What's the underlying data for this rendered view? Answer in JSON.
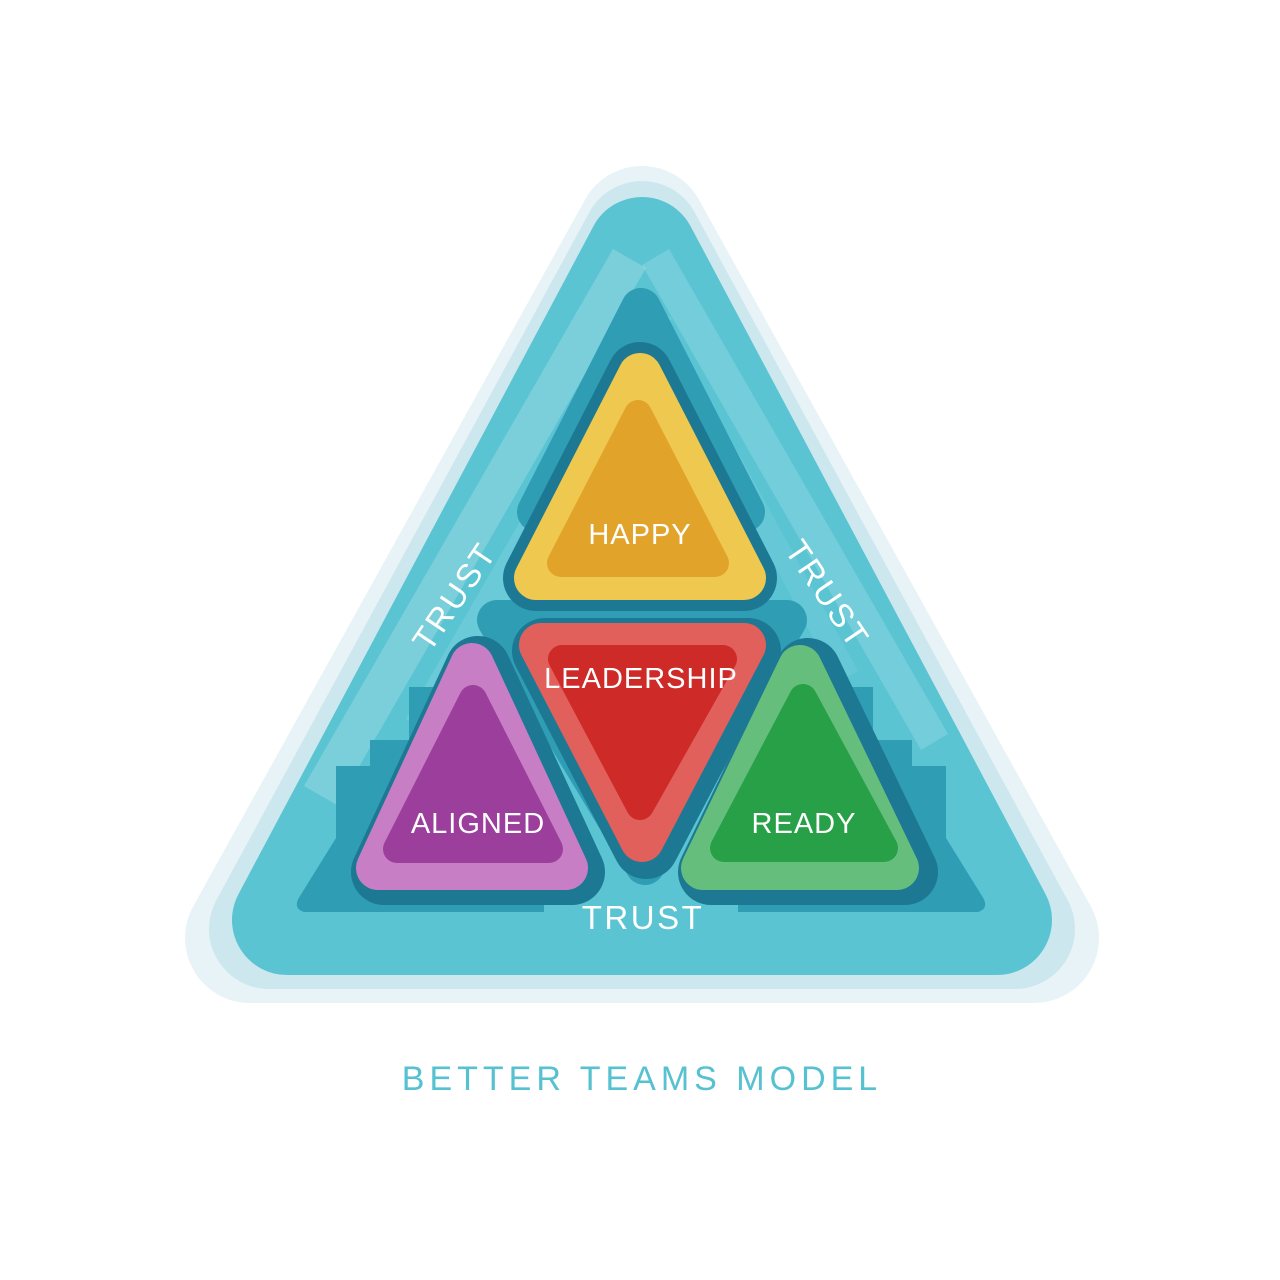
{
  "title": {
    "text": "BETTER TEAMS MODEL"
  },
  "diagram": {
    "top_triangle": {
      "label": "HAPPY"
    },
    "center_triangle": {
      "label": "LEADERSHIP"
    },
    "bottom_left_triangle": {
      "label": "ALIGNED"
    },
    "bottom_right_triangle": {
      "label": "READY"
    },
    "edge_labels": {
      "left": "TRUST",
      "right": "TRUST",
      "bottom": "TRUST"
    }
  },
  "colors": {
    "background": "#FFFFFF",
    "halo_outer": "#E7F3F7",
    "halo_inner": "#CCE8EE",
    "main_teal": "#5AC4D3",
    "panel_teal": "#2F9EB4",
    "shadow_teal": "#1D7894",
    "gloss_white": "#FFFFFF",
    "happy_border": "#EFC94F",
    "happy_fill": "#E2A32B",
    "leadership_border": "#E2605C",
    "leadership_fill": "#CE2A28",
    "aligned_border": "#C77EC4",
    "aligned_fill": "#9C3F9C",
    "ready_border": "#66BE7D",
    "ready_fill": "#27A047",
    "title_text": "#55C1D1",
    "label_text": "#FFFFFF"
  }
}
